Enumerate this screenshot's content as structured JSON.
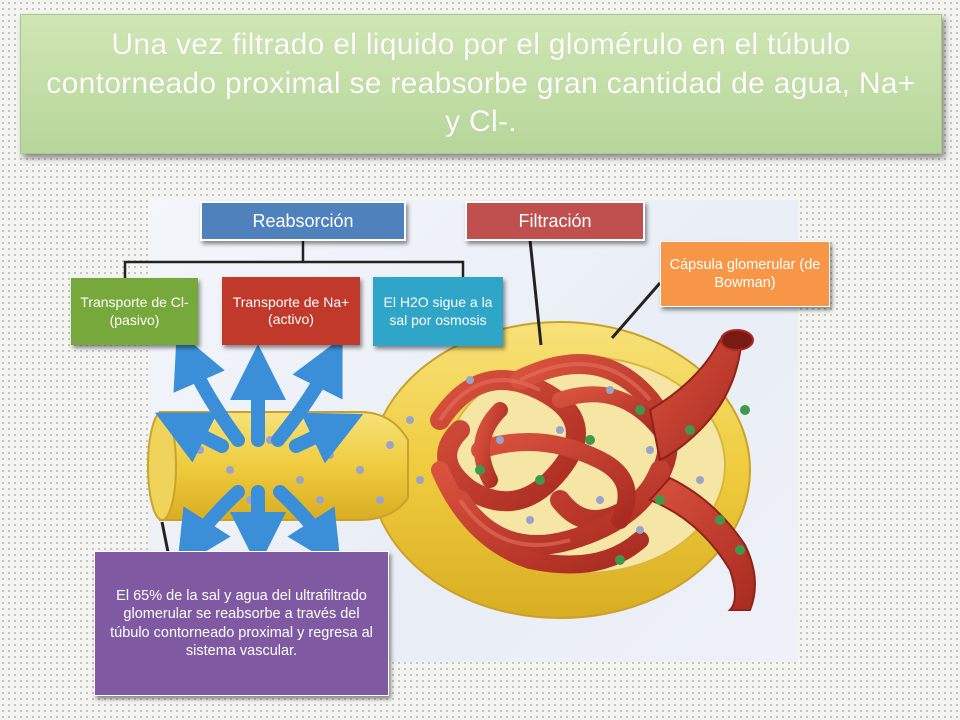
{
  "title": "Una vez filtrado el liquido por el glomérulo en el túbulo contorneado proximal se reabsorbe gran cantidad de agua, Na+ y Cl-.",
  "labels": {
    "reabsorcion": "Reabsorción",
    "filtracion": "Filtración",
    "cl_transport": "Transporte de Cl- (pasivo)",
    "na_transport": "Transporte de Na+ (activo)",
    "h2o": "El H2O sigue a la sal por osmosis",
    "capsula": "Cápsula glomerular (de Bowman)",
    "summary": "El 65% de la sal y agua del ultrafiltrado glomerular se reabsorbe a través del túbulo contorneado proximal y regresa al sistema vascular."
  },
  "colors": {
    "title_bg": "#bcd9a0",
    "reabsorcion_bg": "#4f81bd",
    "filtracion_bg": "#c0504d",
    "cl_bg": "#77a83b",
    "na_bg": "#c0392b",
    "h2o_bg": "#2fa6c8",
    "capsula_bg": "#f79646",
    "summary_bg": "#7f5aa3",
    "tubule_yellow": "#f2d24b",
    "vessel_red": "#c0392b",
    "arrow_blue": "#3b8fd8"
  }
}
